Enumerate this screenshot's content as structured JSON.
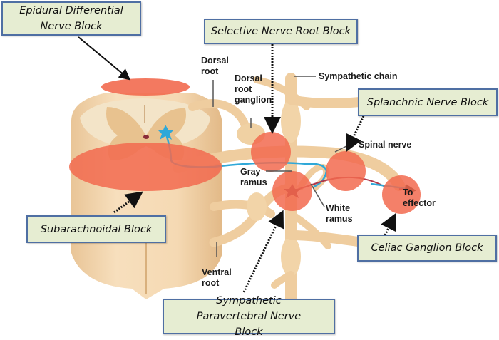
{
  "diagram": {
    "title": "Sympathetic nerve block sites",
    "block_labels": {
      "epidural": "Epidural Differential Nerve Block",
      "selective_root": "Selective Nerve Root Block",
      "splanchnic": "Splanchnic Nerve Block",
      "subarachnoidal": "Subarachnoidal  Block",
      "celiac": "Celiac Ganglion Block",
      "paravertebral": "Sympathetic Paravertebral Nerve Block"
    },
    "anatomy_labels": {
      "dorsal_root": "Dorsal\nroot",
      "dorsal_root_ganglion": "Dorsal\nroot\nganglion",
      "sympathetic_chain": "Sympathetic chain",
      "spinal_nerve": "Spinal nerve",
      "gray_ramus": "Gray\nramus",
      "white_ramus": "White\nramus",
      "to_effector": "To\neffector",
      "ventral_root": "Ventral\nroot"
    },
    "colors": {
      "box_fill": "#e6edd2",
      "box_border": "#4f6fa3",
      "nerve_tissue": "#f0d3a8",
      "gray_matter": "#f7ebd3",
      "block_zone": "#f26a4f",
      "neuron_blue": "#2fa8d8",
      "neuron_red": "#b0384a"
    }
  }
}
